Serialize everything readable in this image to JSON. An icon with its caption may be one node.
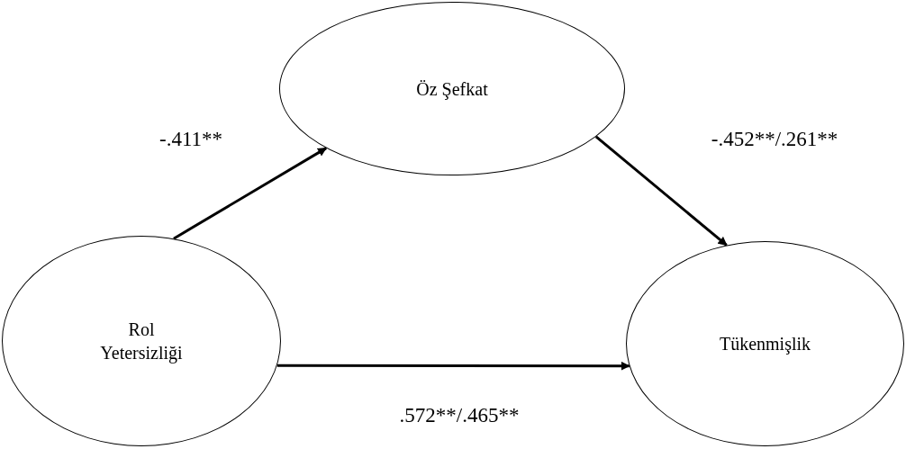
{
  "diagram": {
    "nodes": [
      {
        "text": [
          "Öz Şefkat"
        ]
      },
      {
        "text": [
          "Rol Yetersizliği"
        ]
      },
      {
        "text": [
          "Tükenmişlik"
        ]
      }
    ],
    "edges": [
      {
        "from": 1,
        "to": 0,
        "arrow": "to",
        "label": "-.411**"
      },
      {
        "from": 0,
        "to": 2,
        "arrow": "to",
        "label": "-.452**/.261**"
      },
      {
        "from": 1,
        "to": 2,
        "arrow": "to",
        "label": ".572**/.465**"
      }
    ]
  }
}
